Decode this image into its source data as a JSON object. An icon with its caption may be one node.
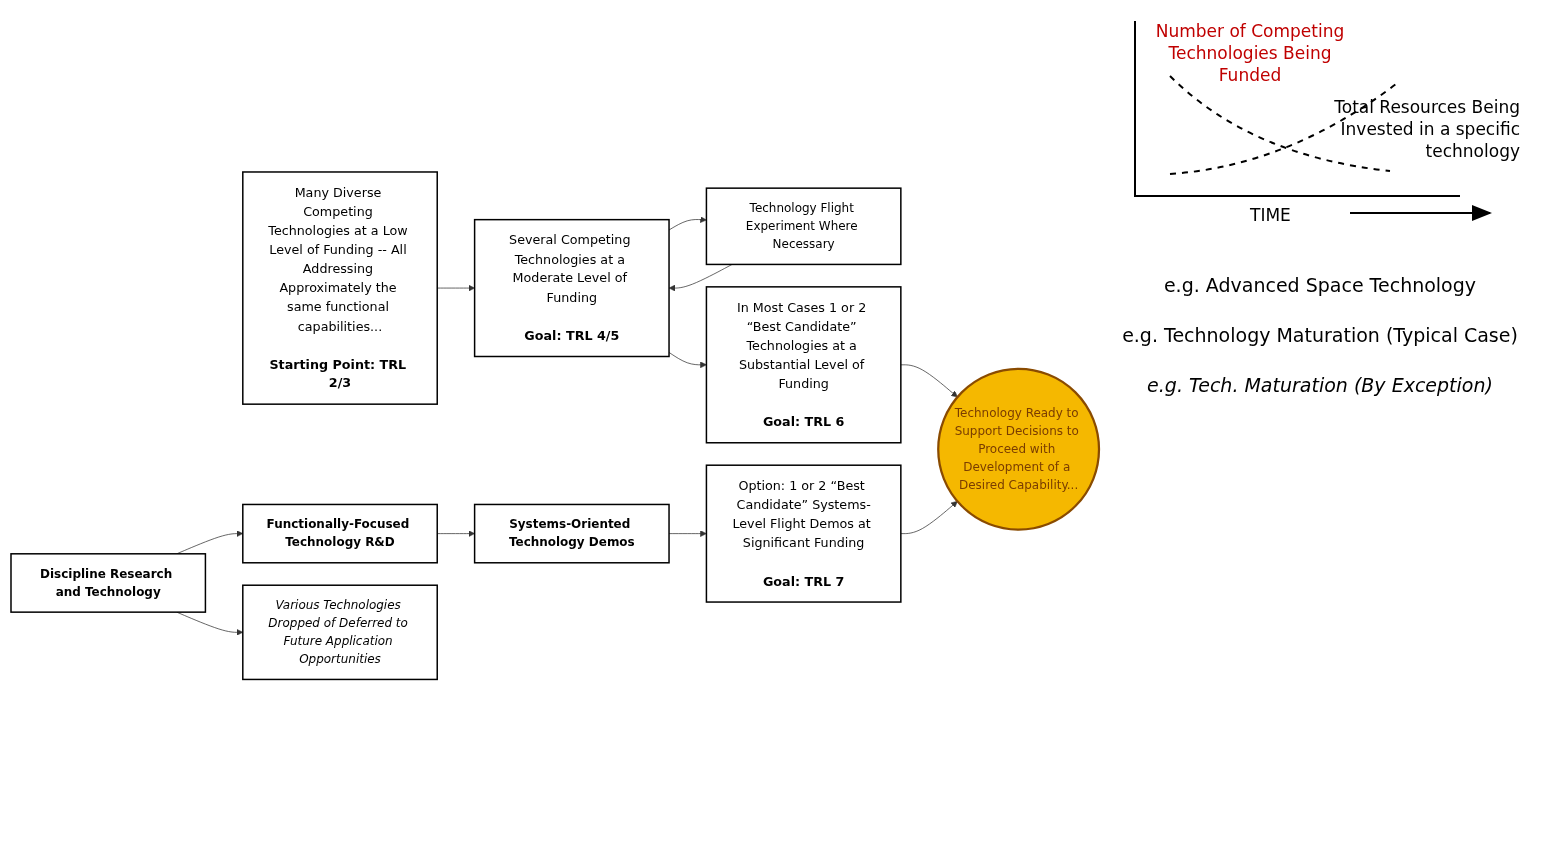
{
  "diagram": {
    "nodes": [
      {
        "text": [
          "Many Diverse Competing Technologies at a Low Level of Funding -- All Addressing Approximately the same functional capabilities...",
          "Starting Point: TRL 2/3"
        ]
      },
      {
        "text": [
          "Technology Flight Experiment Where Necessary"
        ]
      },
      {
        "text": [
          "Several Competing Technologies at a Moderate Level of Funding",
          "Goal: TRL 4/5"
        ]
      },
      {
        "text": [
          "In Most Cases 1 or 2 “Best Candidate” Technologies at a Substantial Level of Funding",
          "Goal: TRL 6"
        ]
      },
      {
        "text": [
          "Technology Ready to Support Decisions to Proceed with Development of a Desired Capability..."
        ]
      },
      {
        "text": [
          "Discipline Research and Technology"
        ]
      },
      {
        "text": [
          "Functionally-Focused Technology R&D"
        ]
      },
      {
        "text": [
          "Systems-Oriented Technology Demos"
        ]
      },
      {
        "text": [
          "Option: 1 or 2 “Best Candidate” Systems-Level Flight Demos at Significant Funding",
          "Goal: TRL 7"
        ]
      },
      {
        "text": [
          "Various Technologies Dropped of Deferred to Future Application Opportunities"
        ]
      }
    ],
    "edges": [
      {
        "from": 0,
        "to": 2,
        "arrow": "to"
      },
      {
        "from": 2,
        "to": 1,
        "arrow": "to"
      },
      {
        "from": 1,
        "to": 2,
        "arrow": "to"
      },
      {
        "from": 2,
        "to": 3,
        "arrow": "to"
      },
      {
        "from": 3,
        "to": 4,
        "arrow": "to"
      },
      {
        "from": 5,
        "to": 6,
        "arrow": "to"
      },
      {
        "from": 6,
        "to": 7,
        "arrow": "to"
      },
      {
        "from": 7,
        "to": 8,
        "arrow": "to"
      },
      {
        "from": 8,
        "to": 4,
        "arrow": "to"
      },
      {
        "from": 5,
        "to": 9,
        "arrow": "to"
      }
    ],
    "labels": [
      "Number of Competing Technologies Being Funded",
      "Total Resources Being Invested in a specific technology",
      "TIME",
      "e.g. Advanced Space Technology",
      "e.g. Technology Maturation (Typical Case)",
      "e.g. Tech. Maturation (By Exception)"
    ]
  }
}
